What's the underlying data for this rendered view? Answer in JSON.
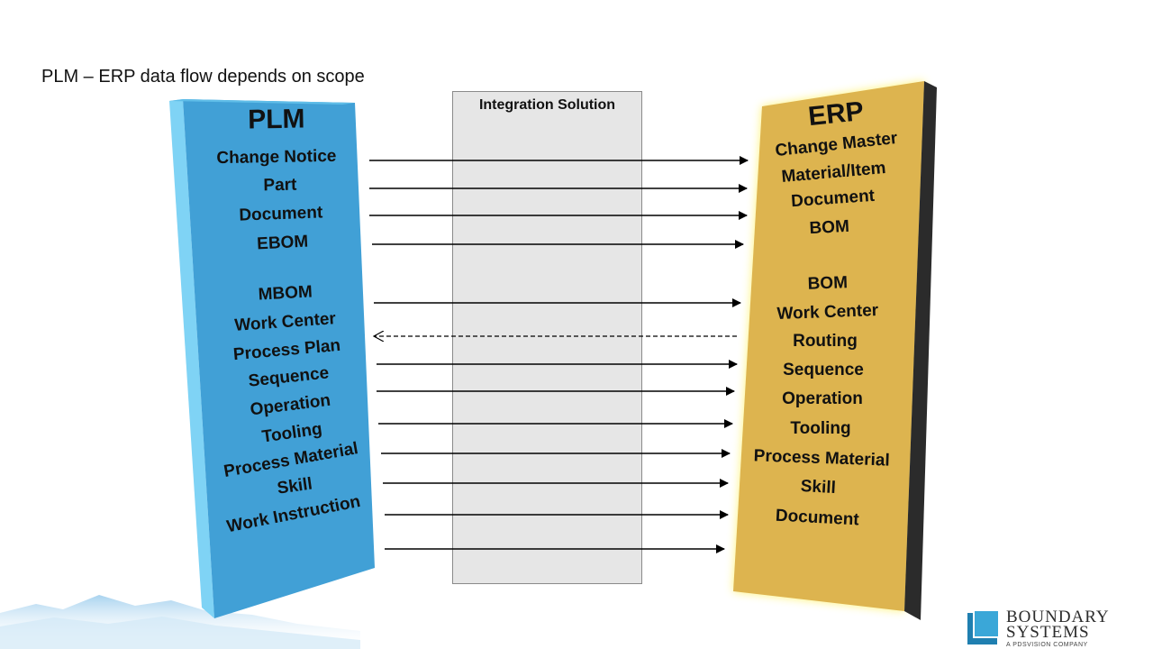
{
  "slide": {
    "title": "PLM – ERP data flow depends on scope"
  },
  "integration": {
    "label": "Integration Solution"
  },
  "plm": {
    "title": "PLM",
    "items": [
      "Change Notice",
      "Part",
      "Document",
      "EBOM",
      "MBOM",
      "Work Center",
      "Process Plan",
      "Sequence",
      "Operation",
      "Tooling",
      "Process Material",
      "Skill",
      "Work Instruction"
    ]
  },
  "erp": {
    "title": "ERP",
    "items": [
      "Change Master",
      "Material/Item",
      "Document",
      "BOM",
      "BOM",
      "Work Center",
      "Routing",
      "Sequence",
      "Operation",
      "Tooling",
      "Process Material",
      "Skill",
      "Document"
    ]
  },
  "flows": [
    {
      "direction": "right",
      "style": "solid"
    },
    {
      "direction": "right",
      "style": "solid"
    },
    {
      "direction": "right",
      "style": "solid"
    },
    {
      "direction": "right",
      "style": "solid"
    },
    {
      "direction": "right",
      "style": "solid"
    },
    {
      "direction": "left",
      "style": "dashed"
    },
    {
      "direction": "right",
      "style": "solid"
    },
    {
      "direction": "right",
      "style": "solid"
    },
    {
      "direction": "right",
      "style": "solid"
    },
    {
      "direction": "right",
      "style": "solid"
    },
    {
      "direction": "right",
      "style": "solid"
    },
    {
      "direction": "right",
      "style": "solid"
    },
    {
      "direction": "right",
      "style": "solid"
    }
  ],
  "logo": {
    "line1": "BOUNDARY",
    "line2": "SYSTEMS",
    "sub": "A PDSVISION COMPANY"
  },
  "colors": {
    "plm_face": "#41a0d6",
    "plm_side": "#7fd3f5",
    "erp_face": "#ddb44f",
    "erp_glow": "#fff36a",
    "arrow_glow": "#ffe98a"
  }
}
